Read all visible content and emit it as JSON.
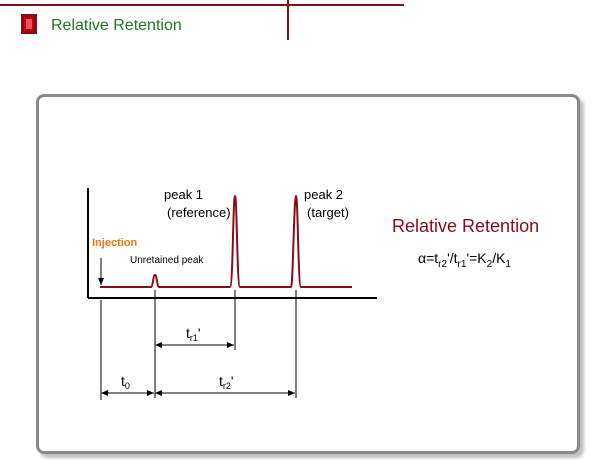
{
  "header": {
    "title": "Relative Retention"
  },
  "diagram": {
    "labels": {
      "injection": "Injection",
      "unretained_peak": "Unretained peak",
      "peak1_line1": "peak 1",
      "peak1_line2": "(reference)",
      "peak2_line1": "peak 2",
      "peak2_line2": "(target)",
      "t0": "t",
      "t0_sub": "0",
      "tr1": "t",
      "tr1_sub": "r1",
      "tr1_prime": "'",
      "tr2": "t",
      "tr2_sub": "r2",
      "tr2_prime": "'"
    },
    "side": {
      "title": "Relative Retention",
      "formula_alpha": "α=t",
      "formula_sub1": "r2",
      "formula_mid1": "'/t",
      "formula_sub2": "r1",
      "formula_mid2": "'=K",
      "formula_sub3": "2",
      "formula_mid3": "/K",
      "formula_sub4": "1"
    },
    "colors": {
      "trace": "#8a0b1a",
      "injection_label": "#e87a12",
      "title_green": "#1f7a1f",
      "accent_red": "#cc0000"
    }
  }
}
